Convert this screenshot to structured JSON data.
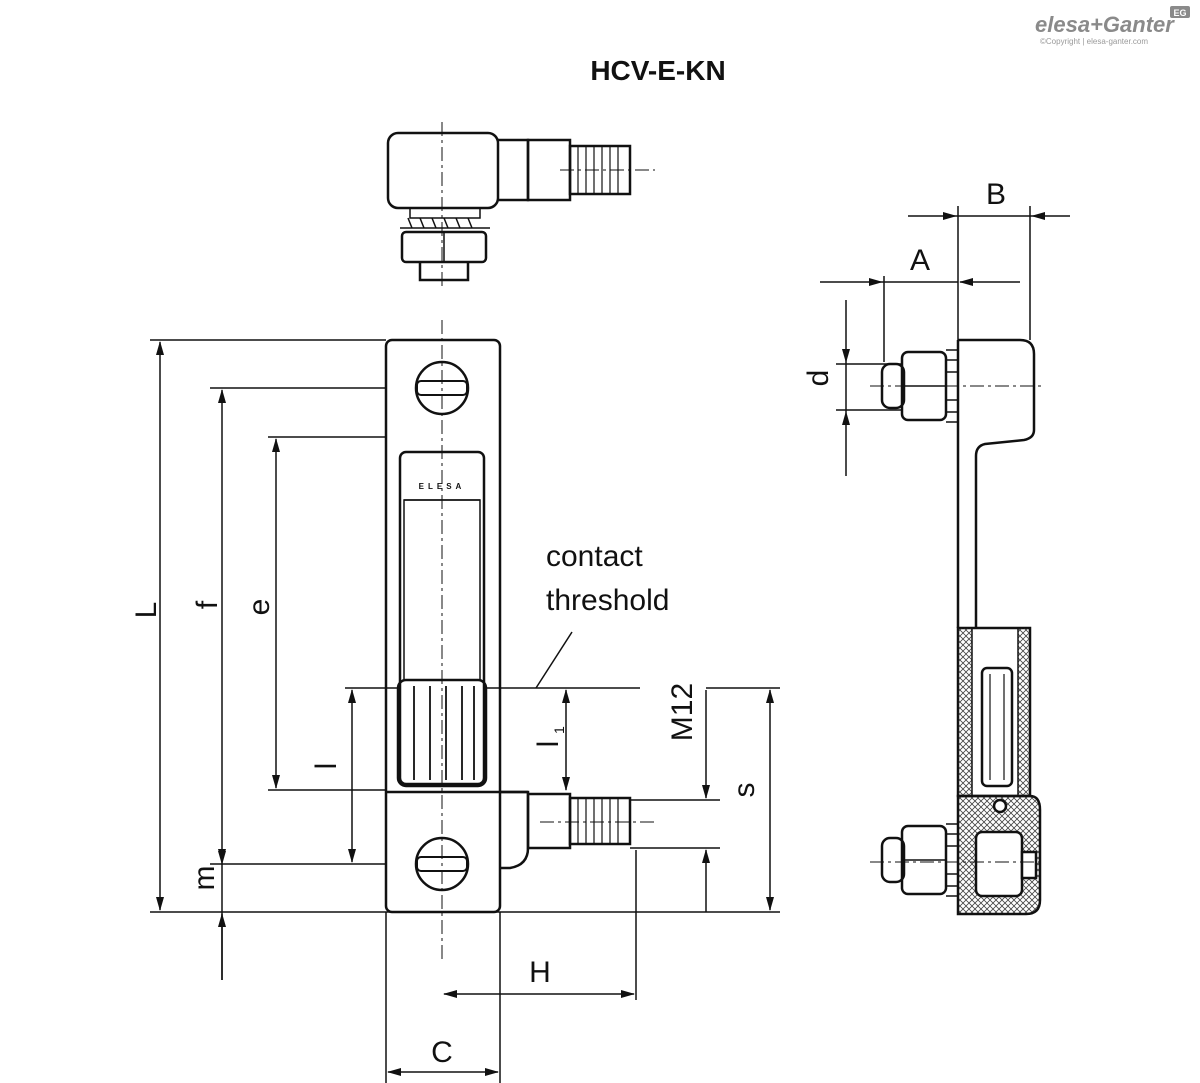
{
  "title": "HCV-E-KN",
  "brand": {
    "name": "elesa+Ganter",
    "copyright": "©Copyright | elesa-ganter.com",
    "badge": "EG"
  },
  "window_label": "ELESA",
  "annotation": [
    "contact",
    "threshold"
  ],
  "dimensions": {
    "L": "L",
    "f": "f",
    "e": "e",
    "l": "l",
    "l1": "l",
    "l1_sub": "1",
    "m": "m",
    "M12": "M12",
    "s": "s",
    "H": "H",
    "C": "C",
    "A": "A",
    "B": "B",
    "d": "d"
  },
  "colors": {
    "line": "#111111",
    "brand": "#8a8a8a",
    "hatch": "#555555"
  }
}
